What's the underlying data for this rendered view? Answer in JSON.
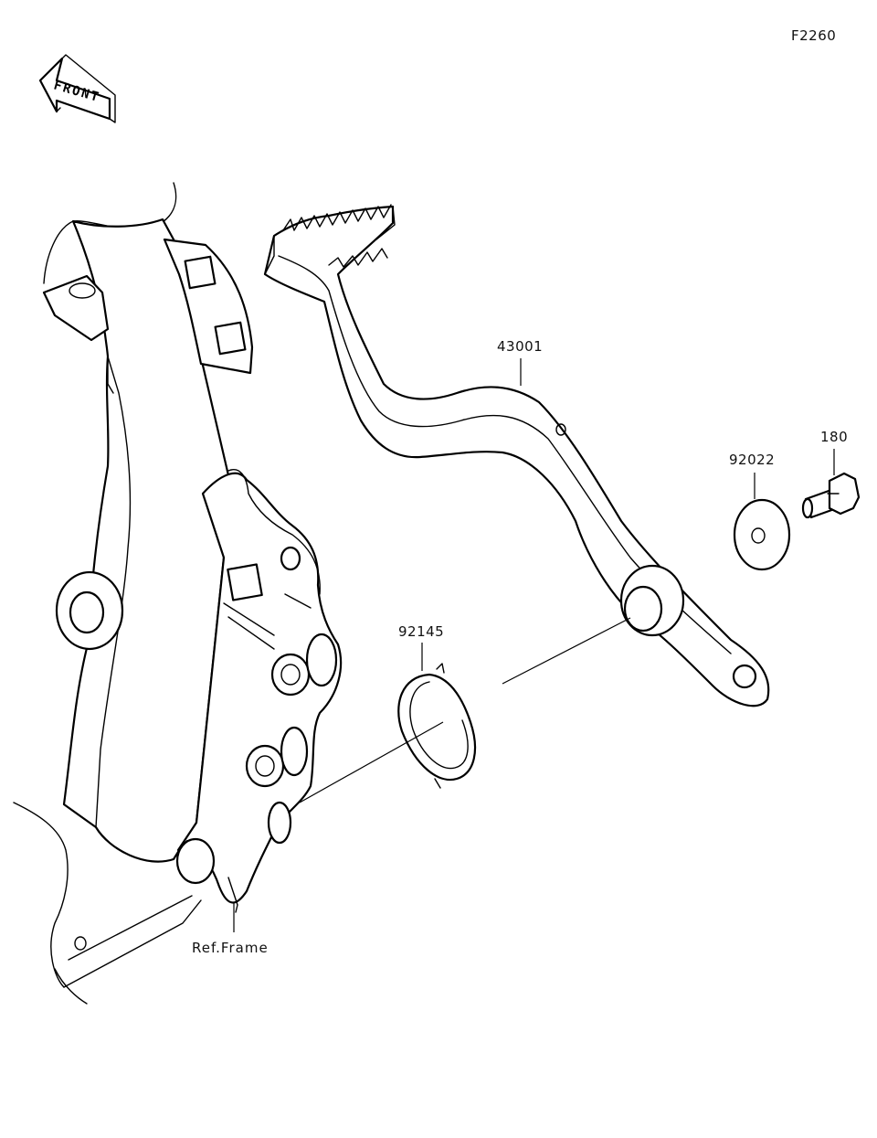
{
  "diagram": {
    "figure_code": "F2260",
    "orientation_badge": "FRONT",
    "callouts": {
      "brake_pedal": "43001",
      "washer": "92022",
      "bolt": "180",
      "spring": "92145",
      "frame": "Ref.Frame"
    }
  }
}
